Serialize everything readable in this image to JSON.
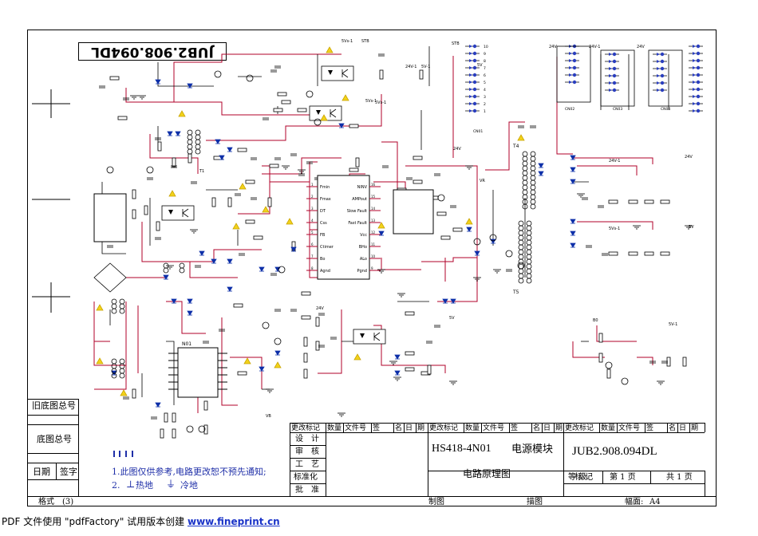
{
  "drawing_code_flipped": "JUB2.908.094DL",
  "left_margin": {
    "old_drawing_total": "旧底图总号",
    "drawing_total": "底图总号",
    "date": "日期",
    "signature": "签字"
  },
  "bottom_bar": {
    "format_label": "格式",
    "format_value": "(3)",
    "drawn": "制图",
    "traced": "描图",
    "size_label": "幅面:",
    "size_value": "A4"
  },
  "revision_headers": [
    "更改标记",
    "数量",
    "文件号",
    "签",
    "名",
    "日",
    "期"
  ],
  "approval_rows": [
    "设　计",
    "审　核",
    "工　艺",
    "标准化",
    "批　准"
  ],
  "title_block": {
    "model": "HS418-4N01",
    "module": "电源模块",
    "drawing_title": "电路原理图",
    "drawing_code": "JUB2.908.094DL",
    "grade_label": "等 级",
    "mark_label": "标 记",
    "sheet_no": "第 1 页",
    "sheet_total": "共 1 页"
  },
  "notes": {
    "note1": "1.此图仅供参考,电路更改恕不预先通知;",
    "note2_prefix": "2.",
    "hot_ground": "热地",
    "cold_ground": "冷地"
  },
  "watermark": {
    "text": "PDF 文件使用 \"pdfFactory\" 试用版本创建",
    "link": "www.fineprint.cn"
  },
  "schematic": {
    "ic_pins_left": [
      "Fmin",
      "Fmax",
      "DT",
      "Css",
      "FB",
      "Ctimer",
      "Bo",
      "Agnd"
    ],
    "ic_pins_right": [
      "NINV",
      "AMPout",
      "Slow Fault",
      "Fast Fault",
      "Vcc",
      "BHo",
      "ALo",
      "Pgnd"
    ],
    "ic_left_nums": [
      "1",
      "2",
      "3",
      "4",
      "5",
      "6",
      "7",
      "8"
    ],
    "ic_right_nums": [
      "16",
      "15",
      "14",
      "13",
      "12",
      "11",
      "10",
      "9"
    ],
    "ref_n01": "N01",
    "ref_t4": "T4",
    "ref_t5": "T5",
    "ref_t1": "T1",
    "rail_labels": [
      "5Vs-1",
      "STB",
      "5Vs-1",
      "24V-1",
      "5V-1",
      "VR",
      "VA",
      "5Vs-1",
      "24V",
      "24V-1",
      "24V",
      "24V-1",
      "24V",
      "5Vs-1",
      "5V",
      "5V-1",
      "B0",
      "VB",
      "24V",
      "5V",
      "STB",
      "5V",
      "24V"
    ],
    "conn_labels": [
      "CN01",
      "CN02",
      "CN03",
      "CN04"
    ],
    "pin_nums": [
      "10",
      "9",
      "8",
      "7",
      "6",
      "5",
      "4",
      "3",
      "2",
      "1"
    ]
  },
  "colors": {
    "wire": "#b0002a",
    "line": "#000000",
    "warn": "#f2d21b",
    "link": "#1a33c8"
  }
}
